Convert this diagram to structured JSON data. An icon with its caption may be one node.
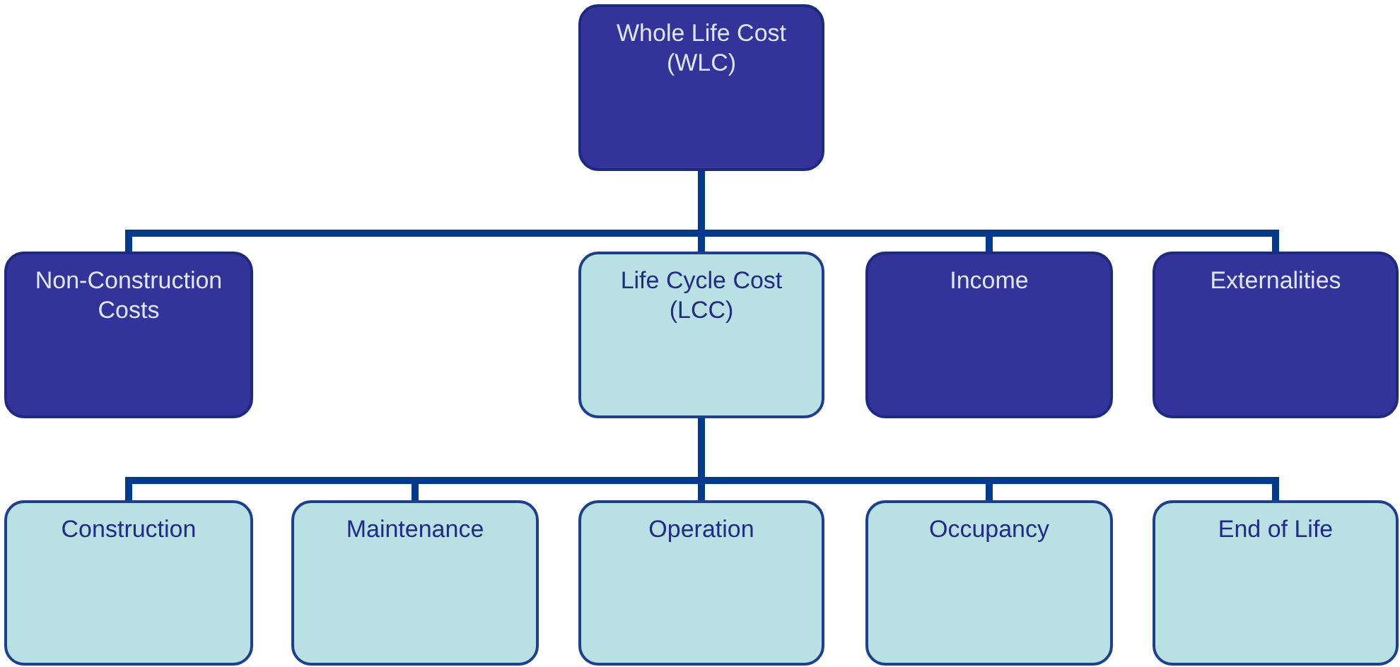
{
  "diagram": {
    "nodes": [
      {
        "text": [
          "Whole Life Cost (WLC)"
        ]
      },
      {
        "text": [
          "Non-Construction Costs"
        ]
      },
      {
        "text": [
          "Life Cycle Cost (LCC)"
        ]
      },
      {
        "text": [
          "Income"
        ]
      },
      {
        "text": [
          "Externalities"
        ]
      },
      {
        "text": [
          "Construction"
        ]
      },
      {
        "text": [
          "Maintenance"
        ]
      },
      {
        "text": [
          "Operation"
        ]
      },
      {
        "text": [
          "Occupancy"
        ]
      },
      {
        "text": [
          "End of Life"
        ]
      }
    ],
    "edges": [
      {
        "from": 0,
        "to": 1,
        "arrow": "none"
      },
      {
        "from": 0,
        "to": 2,
        "arrow": "none"
      },
      {
        "from": 0,
        "to": 3,
        "arrow": "none"
      },
      {
        "from": 0,
        "to": 4,
        "arrow": "none"
      },
      {
        "from": 2,
        "to": 5,
        "arrow": "none"
      },
      {
        "from": 2,
        "to": 6,
        "arrow": "none"
      },
      {
        "from": 2,
        "to": 7,
        "arrow": "none"
      },
      {
        "from": 2,
        "to": 8,
        "arrow": "none"
      },
      {
        "from": 2,
        "to": 9,
        "arrow": "none"
      }
    ]
  }
}
